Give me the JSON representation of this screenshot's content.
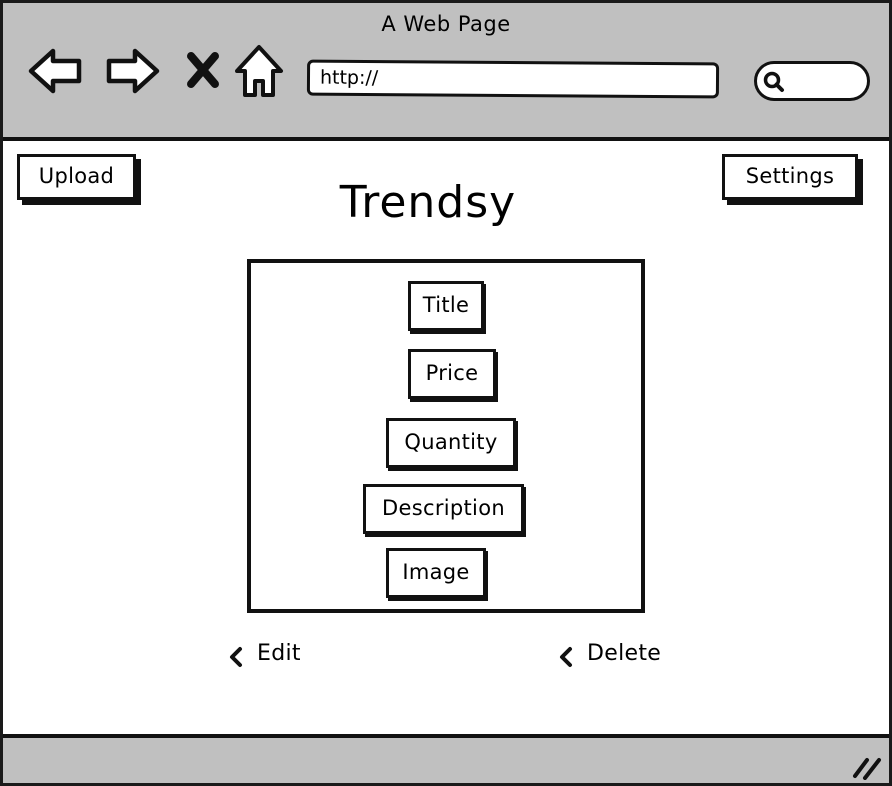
{
  "browser": {
    "window_title": "A Web Page",
    "address": {
      "value": "http://"
    },
    "nav_icons": [
      "back-arrow-icon",
      "forward-arrow-icon",
      "stop-icon",
      "home-icon",
      "search-icon"
    ]
  },
  "page": {
    "title": "Trendsy",
    "upload_label": "Upload",
    "settings_label": "Settings",
    "fields": {
      "title": "Title",
      "price": "Price",
      "quantity": "Quantity",
      "description": "Description",
      "image": "Image"
    },
    "actions": {
      "edit": "Edit",
      "delete": "Delete",
      "icon": "chevron-left-icon"
    }
  },
  "status_bar": {
    "resize_icon": "resize-grip-icon"
  },
  "colors": {
    "chrome": "#c0c0c0",
    "ink": "#111111",
    "paper": "#ffffff"
  }
}
